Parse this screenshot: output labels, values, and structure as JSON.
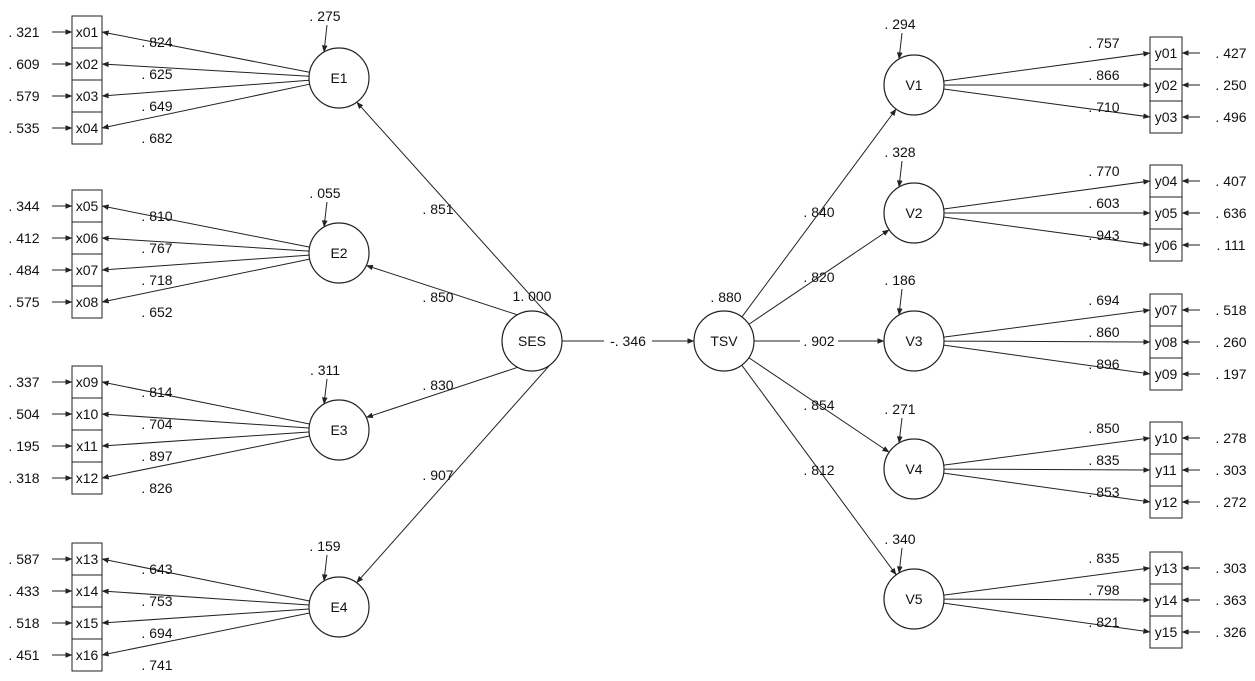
{
  "structural": {
    "ses": {
      "name": "SES",
      "residual": "1. 000"
    },
    "tsv": {
      "name": "TSV",
      "residual": ". 880"
    },
    "ses_tsv_path": "-. 346"
  },
  "exogenous": [
    {
      "name": "E1",
      "residual": ". 275",
      "path": ". 851",
      "indicators": [
        {
          "name": "x01",
          "loading": ". 824",
          "error": ". 321"
        },
        {
          "name": "x02",
          "loading": ". 625",
          "error": ". 609"
        },
        {
          "name": "x03",
          "loading": ". 649",
          "error": ". 579"
        },
        {
          "name": "x04",
          "loading": ". 682",
          "error": ". 535"
        }
      ]
    },
    {
      "name": "E2",
      "residual": ". 055",
      "path": ". 850",
      "indicators": [
        {
          "name": "x05",
          "loading": ". 810",
          "error": ". 344"
        },
        {
          "name": "x06",
          "loading": ". 767",
          "error": ". 412"
        },
        {
          "name": "x07",
          "loading": ". 718",
          "error": ". 484"
        },
        {
          "name": "x08",
          "loading": ". 652",
          "error": ". 575"
        }
      ]
    },
    {
      "name": "E3",
      "residual": ". 311",
      "path": ". 830",
      "indicators": [
        {
          "name": "x09",
          "loading": ". 814",
          "error": ". 337"
        },
        {
          "name": "x10",
          "loading": ". 704",
          "error": ". 504"
        },
        {
          "name": "x11",
          "loading": ". 897",
          "error": ". 195"
        },
        {
          "name": "x12",
          "loading": ". 826",
          "error": ". 318"
        }
      ]
    },
    {
      "name": "E4",
      "residual": ". 159",
      "path": ". 907",
      "indicators": [
        {
          "name": "x13",
          "loading": ". 643",
          "error": ". 587"
        },
        {
          "name": "x14",
          "loading": ". 753",
          "error": ". 433"
        },
        {
          "name": "x15",
          "loading": ". 694",
          "error": ". 518"
        },
        {
          "name": "x16",
          "loading": ". 741",
          "error": ". 451"
        }
      ]
    }
  ],
  "endogenous": [
    {
      "name": "V1",
      "residual": ". 294",
      "path": ". 840",
      "indicators": [
        {
          "name": "y01",
          "loading": ". 757",
          "error": ". 427"
        },
        {
          "name": "y02",
          "loading": ". 866",
          "error": ". 250"
        },
        {
          "name": "y03",
          "loading": ". 710",
          "error": ". 496"
        }
      ]
    },
    {
      "name": "V2",
      "residual": ". 328",
      "path": ". 820",
      "indicators": [
        {
          "name": "y04",
          "loading": ". 770",
          "error": ". 407"
        },
        {
          "name": "y05",
          "loading": ". 603",
          "error": ". 636"
        },
        {
          "name": "y06",
          "loading": ". 943",
          "error": ". 111"
        }
      ]
    },
    {
      "name": "V3",
      "residual": ". 186",
      "path": ". 902",
      "indicators": [
        {
          "name": "y07",
          "loading": ". 694",
          "error": ". 518"
        },
        {
          "name": "y08",
          "loading": ". 860",
          "error": ". 260"
        },
        {
          "name": "y09",
          "loading": ". 896",
          "error": ". 197"
        }
      ]
    },
    {
      "name": "V4",
      "residual": ". 271",
      "path": ". 854",
      "indicators": [
        {
          "name": "y10",
          "loading": ". 850",
          "error": ". 278"
        },
        {
          "name": "y11",
          "loading": ". 835",
          "error": ". 303"
        },
        {
          "name": "y12",
          "loading": ". 853",
          "error": ". 272"
        }
      ]
    },
    {
      "name": "V5",
      "residual": ". 340",
      "path": ". 812",
      "indicators": [
        {
          "name": "y13",
          "loading": ". 835",
          "error": ". 303"
        },
        {
          "name": "y14",
          "loading": ". 798",
          "error": ". 363"
        },
        {
          "name": "y15",
          "loading": ". 821",
          "error": ". 326"
        }
      ]
    }
  ]
}
